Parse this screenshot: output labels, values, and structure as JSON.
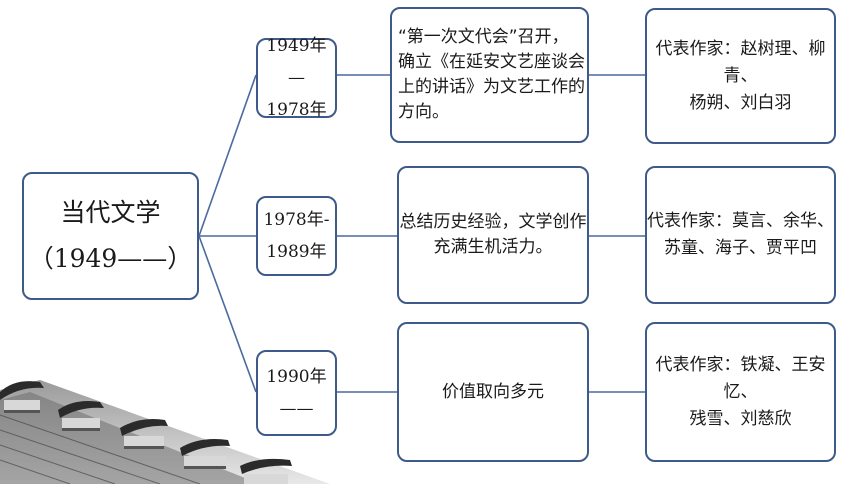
{
  "root": {
    "title": "当代文学",
    "subtitle": "（1949——）"
  },
  "branches": [
    {
      "period": [
        "1949年—",
        "1978年"
      ],
      "event": [
        "“第一次文代会”召开，",
        "确立《在延安文艺座谈会",
        "上的讲话》为文艺工作的",
        "方向。"
      ],
      "authors": [
        "代表作家：赵树理、柳青、",
        "杨朔、刘白羽"
      ]
    },
    {
      "period": [
        "1978年-",
        "1989年"
      ],
      "event": [
        "总结历史经验，文学创作",
        "充满生机活力。"
      ],
      "authors": [
        "代表作家：莫言、余华、",
        "苏童、海子、贾平凹"
      ]
    },
    {
      "period": [
        "1990年——"
      ],
      "event": [
        "价值取向多元"
      ],
      "authors": [
        "代表作家：铁凝、王安忆、",
        "残雪、刘慈欣"
      ]
    }
  ],
  "colors": {
    "border": "#3d5a8a",
    "line": "#4a6aa0"
  }
}
